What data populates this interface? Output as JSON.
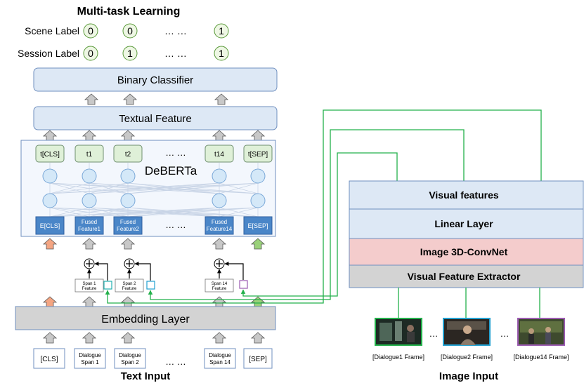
{
  "title": "Multi-task Learning",
  "labels": {
    "scene": "Scene Label",
    "session": "Session Label",
    "scene_values": [
      "0",
      "0",
      "1"
    ],
    "session_values": [
      "0",
      "1",
      "1"
    ],
    "ellipsis": "… …"
  },
  "text_model": {
    "classifier": "Binary Classifier",
    "textual_feature": "Textual Feature",
    "deberta": "DeBERTa",
    "tokens": [
      "t[CLS]",
      "t1",
      "t2",
      "t14",
      "t[SEP]"
    ],
    "embeddings": [
      "E[CLS]",
      "Fused Feature1",
      "Fused Feature2",
      "Fused Feature14",
      "E[SEP]"
    ],
    "spans": [
      "Span 1 Feature",
      "Span 2 Feature",
      "Span 14 Feature"
    ],
    "embedding_layer": "Embedding Layer",
    "inputs": [
      "[CLS]",
      "Dialogue Span 1",
      "Dialogue Span 2",
      "Dialogue Span 14",
      "[SEP]"
    ],
    "caption": "Text Input"
  },
  "visual_model": {
    "layers": [
      "Visual features",
      "Linear Layer",
      "Image 3D-ConvNet",
      "Visual Feature Extractor"
    ],
    "frames": [
      "[Dialogue1 Frame]",
      "[Dialogue2 Frame]",
      "[Dialogue14 Frame]"
    ],
    "frame_ellipsis": "…",
    "caption": "Image Input"
  },
  "colors": {
    "box_fill": "#dde8f5",
    "box_stroke": "#6f8fbf",
    "token_fill": "#dff0d8",
    "emb_fill": "#4a86c8",
    "node_fill": "#d4e8f8",
    "convnet_fill": "#f4cccc",
    "grey_fill": "#d3d3d3",
    "green_line": "#22b04a",
    "orange_arrow": "#f4a582",
    "green_arrow": "#9ad17a",
    "grey_arrow": "#c8c8c8"
  }
}
